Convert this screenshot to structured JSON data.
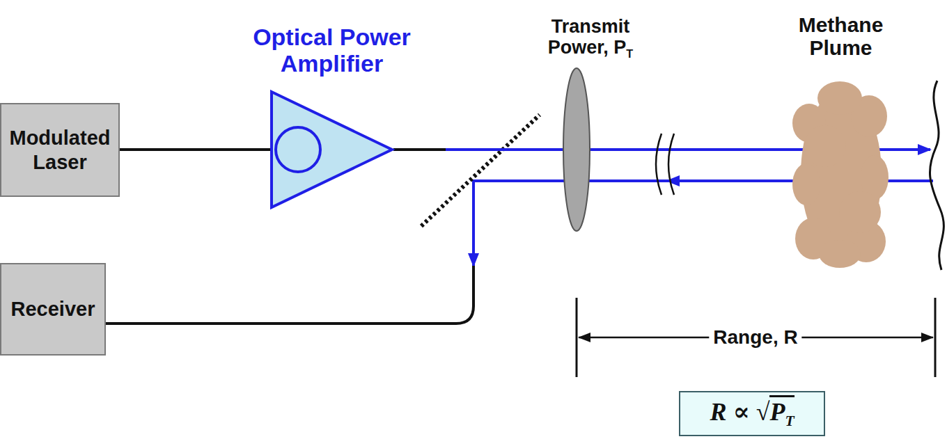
{
  "diagram": {
    "nodes": [
      {
        "text": [
          "Modulated Laser"
        ]
      },
      {
        "text": [
          "Optical Power Amplifier"
        ]
      },
      {
        "text": [
          "Transmit Power, PT"
        ]
      },
      {
        "text": [
          "Methane Plume"
        ]
      },
      {
        "text": [
          "Receiver"
        ]
      },
      {
        "text": [
          "R ∝ √PT"
        ]
      }
    ],
    "edges": [
      {
        "from": 0,
        "to": 1,
        "arrow": "none"
      },
      {
        "from": 1,
        "to": 2,
        "arrow": "none"
      }
    ],
    "labels": [
      "Range, R"
    ]
  }
}
